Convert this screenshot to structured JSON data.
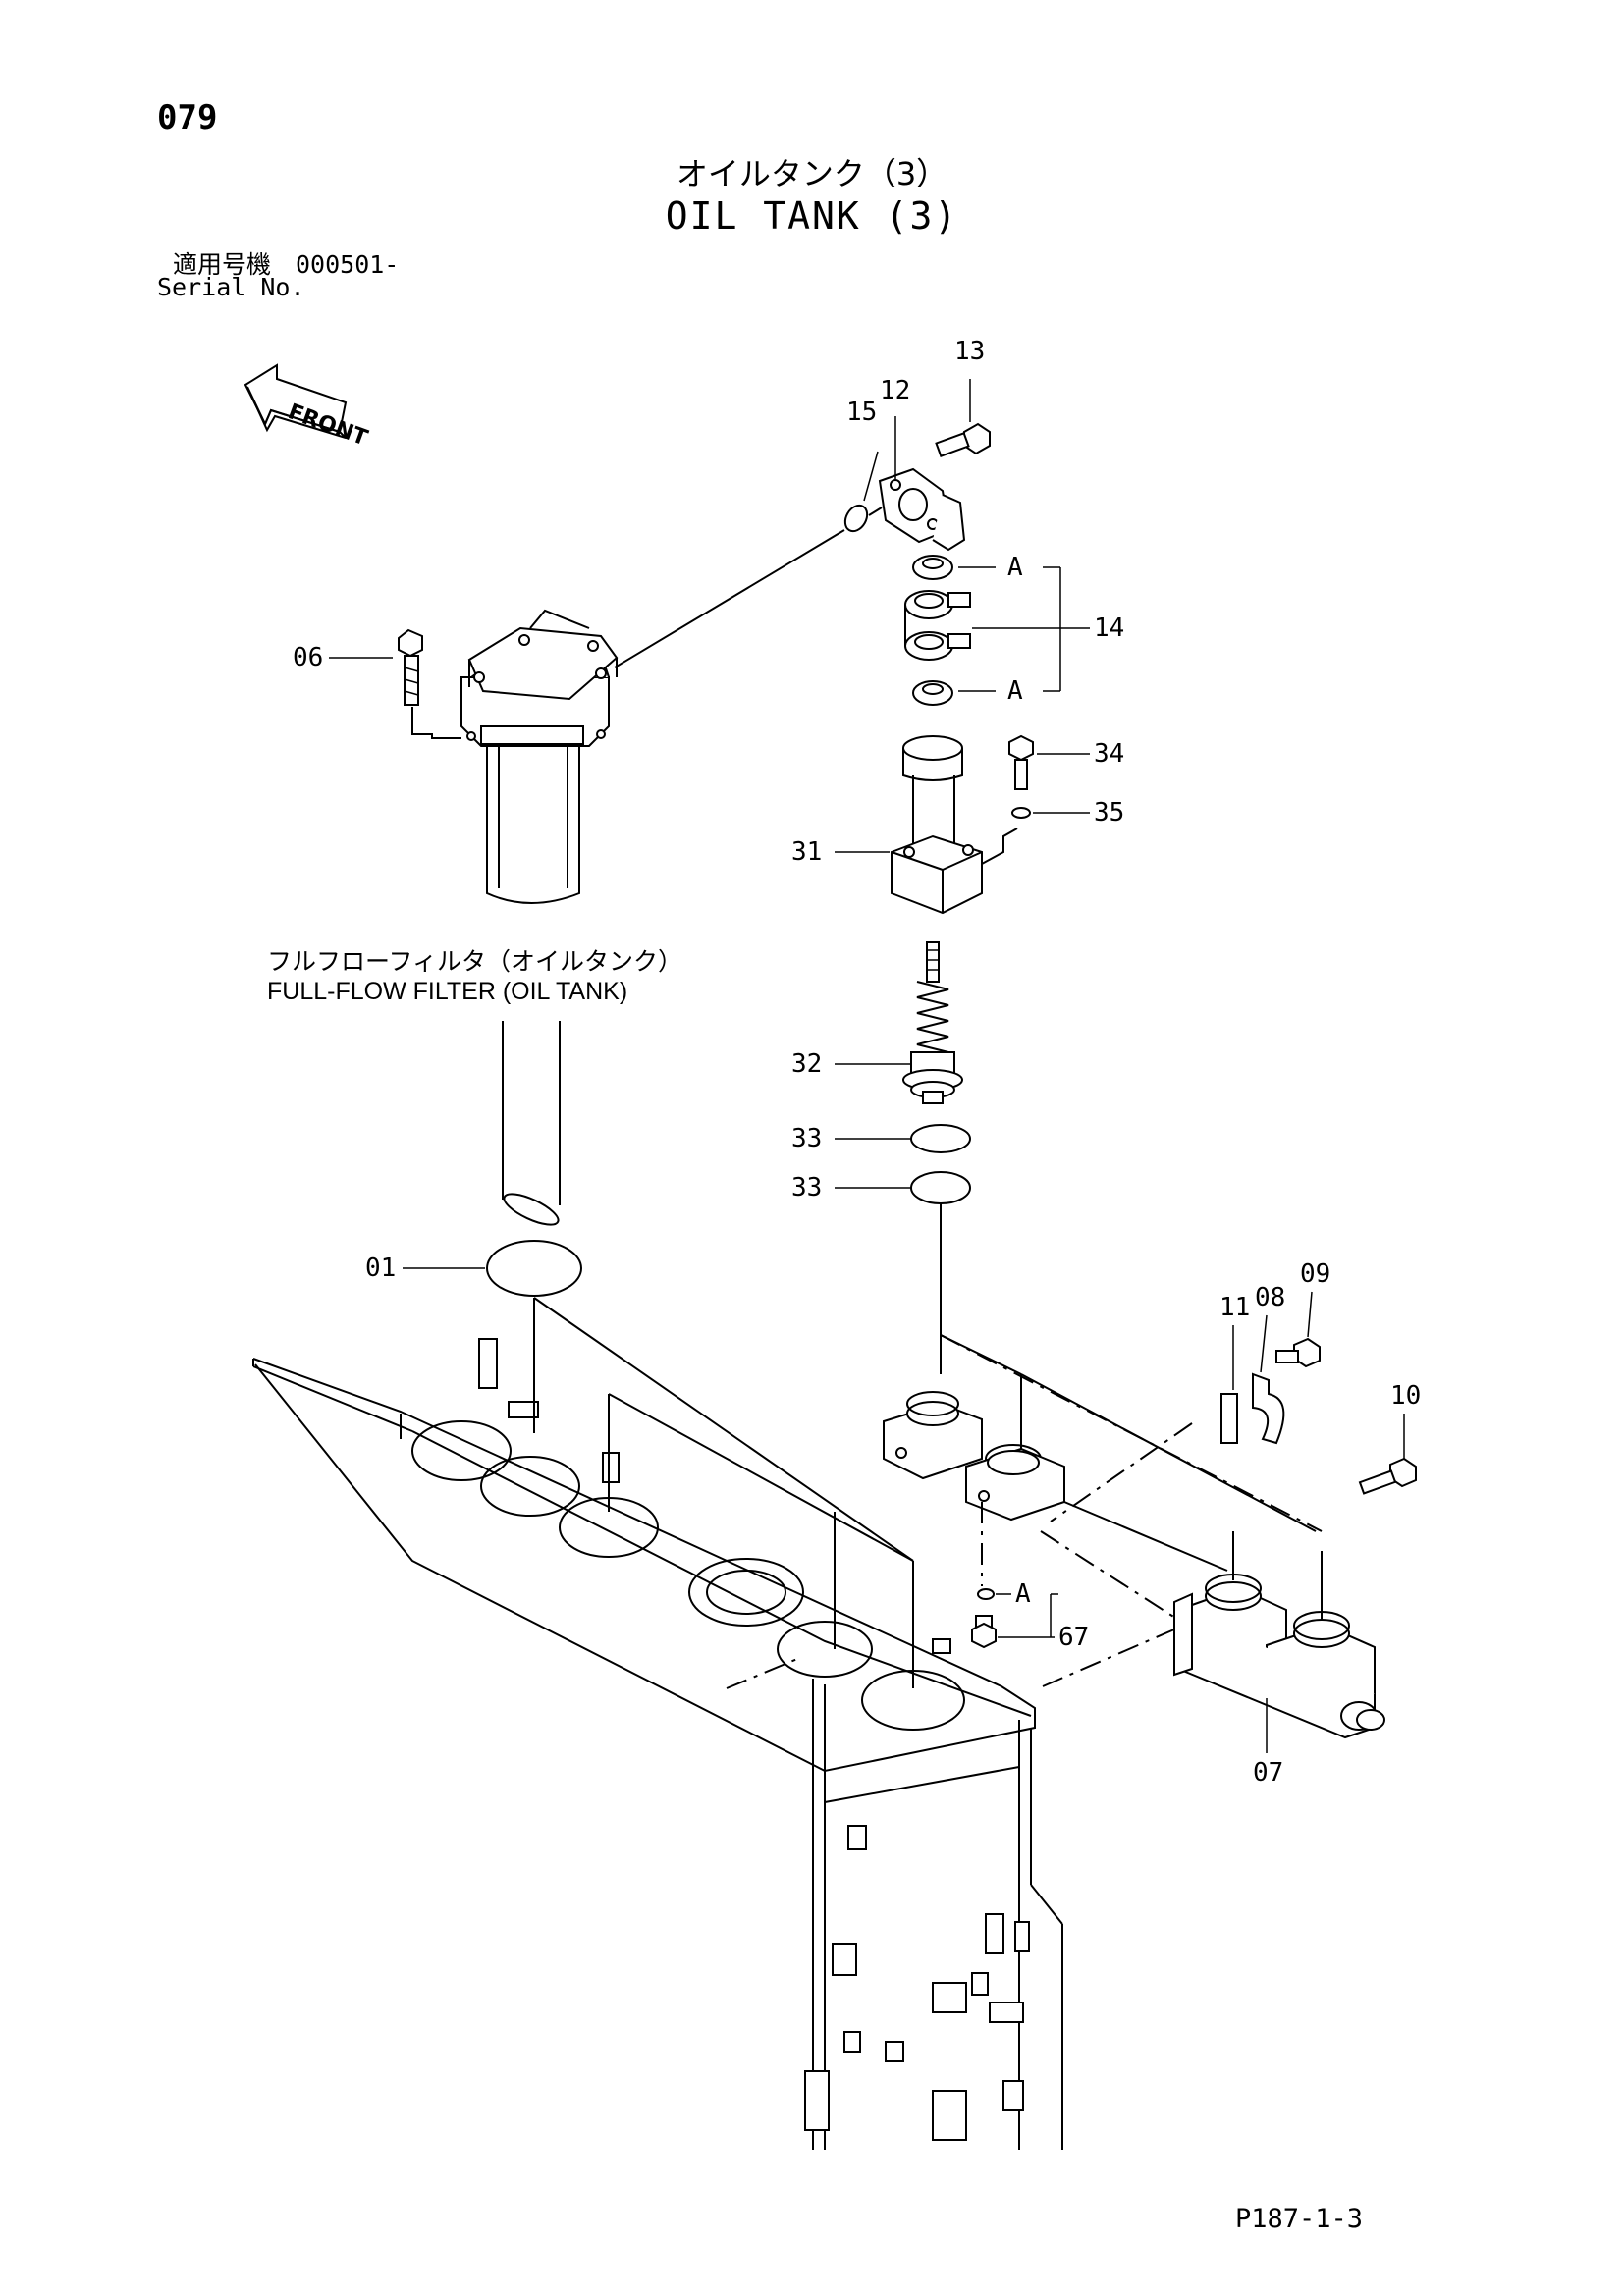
{
  "page_number": "079",
  "title_jp": "オイルタンク（3）",
  "title_en": "OIL TANK (3)",
  "serial_jp": "適用号機　000501-",
  "serial_en": "Serial No.",
  "front_label": "FRONT",
  "filter_label_jp": "フルフローフィルタ（オイルタンク）",
  "filter_label_en": "FULL-FLOW FILTER (OIL TANK)",
  "page_ref": "P187-1-3",
  "callouts": {
    "c13": "13",
    "c12": "12",
    "c15": "15",
    "c06": "06",
    "c14": "14",
    "cA1": "A",
    "cA2": "A",
    "cA3": "A",
    "c34": "34",
    "c35": "35",
    "c31": "31",
    "c32": "32",
    "c33a": "33",
    "c33b": "33",
    "c01": "01",
    "c11": "11",
    "c08": "08",
    "c09": "09",
    "c10": "10",
    "c67": "67",
    "c07": "07"
  }
}
